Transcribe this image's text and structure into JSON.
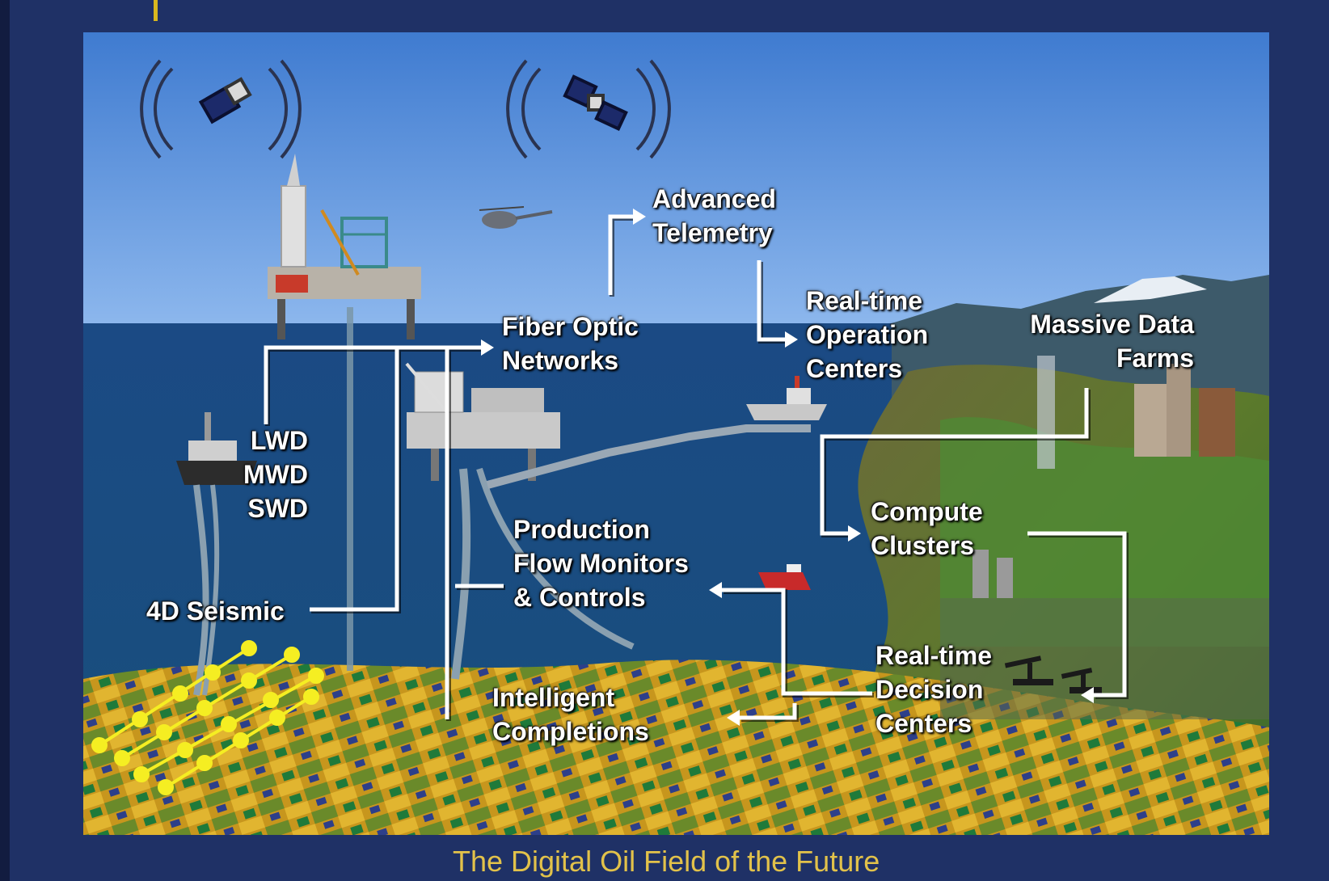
{
  "caption": "The Digital Oil Field of the Future",
  "colors": {
    "background": "#1f3166",
    "caption": "#e2c24a",
    "sky": "#6fa3e6",
    "sea": "#1d4f80",
    "flow_line": "#ffffff",
    "seismic_grid": "#f5ee22"
  },
  "labels": {
    "advanced_telemetry": [
      "Advanced",
      "Telemetry"
    ],
    "fiber_optic": [
      "Fiber Optic",
      "Networks"
    ],
    "realtime_operation": [
      "Real-time",
      "Operation",
      "Centers"
    ],
    "massive_data": [
      "Massive Data",
      "Farms"
    ],
    "lwd_mwd_swd": [
      "LWD",
      "MWD",
      "SWD"
    ],
    "production_flow": [
      "Production",
      "Flow Monitors",
      "& Controls"
    ],
    "compute_clusters": [
      "Compute",
      "Clusters"
    ],
    "seismic": "4D Seismic",
    "realtime_decision": [
      "Real-time",
      "Decision",
      "Centers"
    ],
    "intelligent_completions": [
      "Intelligent",
      "Completions"
    ]
  },
  "icons": [
    "satellite-icon",
    "satellite-icon",
    "helicopter-icon",
    "drilling-rig-icon",
    "offshore-platform-icon",
    "ship-icon",
    "refinery-icon",
    "pump-jack-icon"
  ]
}
